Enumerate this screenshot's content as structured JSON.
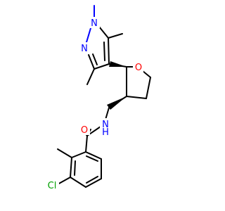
{
  "colors": {
    "background": "#ffffff",
    "bond": "#000000",
    "nitrogen": "#0000ff",
    "oxygen": "#ff0000",
    "chlorine": "#00a000"
  },
  "atoms": {
    "pyrazole_n1": "N",
    "pyrazole_n2": "N",
    "ring_oxygen": "O",
    "carbonyl_oxygen": "O",
    "amide_n": "N",
    "amide_h": "H",
    "chlorine": "Cl"
  }
}
